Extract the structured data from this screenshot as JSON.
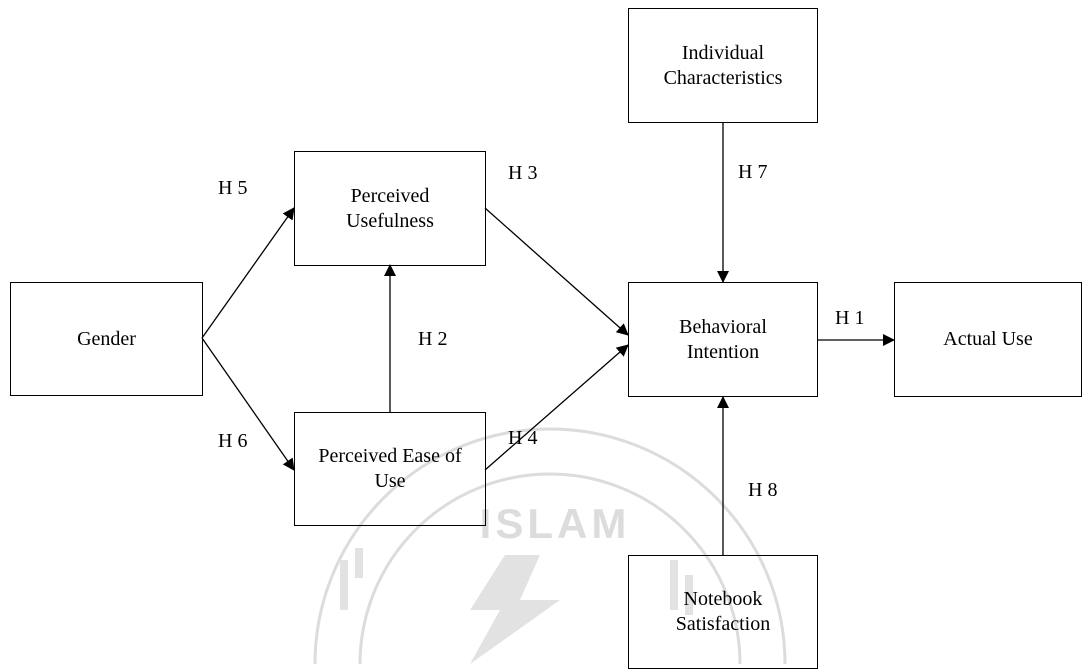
{
  "nodes": {
    "gender": "Gender",
    "perceived_usefulness": "Perceived\nUsefulness",
    "perceived_ease_of_use": "Perceived Ease of\nUse",
    "behavioral_intention": "Behavioral\nIntention",
    "actual_use": "Actual Use",
    "individual_characteristics": "Individual\nCharacteristics",
    "notebook_satisfaction": "Notebook\nSatisfaction"
  },
  "hypotheses": {
    "h1": "H 1",
    "h2": "H 2",
    "h3": "H 3",
    "h4": "H 4",
    "h5": "H 5",
    "h6": "H 6",
    "h7": "H 7",
    "h8": "H 8"
  },
  "watermark": {
    "text": "ISLAM",
    "color": "#dcdcdc"
  },
  "colors": {
    "line": "#000000",
    "background": "#ffffff"
  }
}
